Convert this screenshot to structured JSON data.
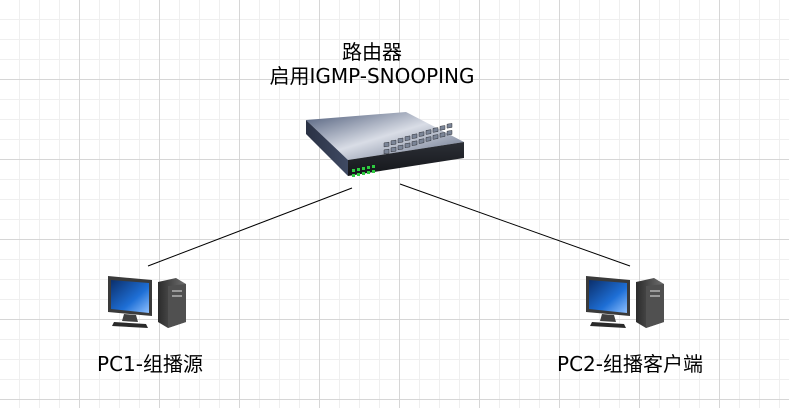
{
  "router": {
    "line1": "路由器",
    "line2": "启用IGMP-SNOOPING"
  },
  "pc1": {
    "label": "PC1-组播源"
  },
  "pc2": {
    "label": "PC2-组播客户端"
  },
  "colors": {
    "edge": "#000000",
    "switch_body": "#3a4660",
    "port_led": "#2ecc40",
    "screen": "#1e6fd6"
  }
}
